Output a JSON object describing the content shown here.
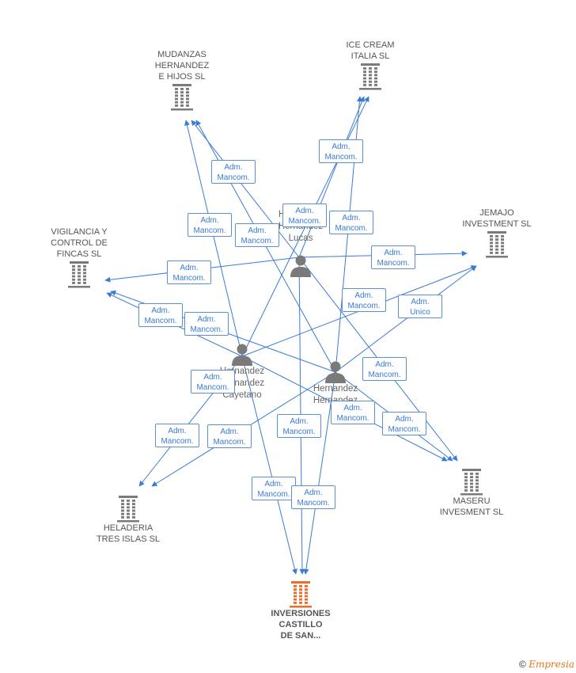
{
  "companies": [
    {
      "id": "mudanzas",
      "label": "MUDANZAS\nHERNANDEZ\nE HIJOS SL"
    },
    {
      "id": "icecream",
      "label": "ICE CREAM\nITALIA SL"
    },
    {
      "id": "jemajo",
      "label": "JEMAJO\nINVESTMENT SL"
    },
    {
      "id": "vigilancia",
      "label": "VIGILANCIA Y\nCONTROL DE\nFINCAS SL"
    },
    {
      "id": "maseru",
      "label": "MASERU\nINVESMENT SL"
    },
    {
      "id": "heladeria",
      "label": "HELADERIA\nTRES ISLAS SL"
    },
    {
      "id": "inversiones",
      "label": "INVERSIONES\nCASTILLO\nDE SAN...",
      "highlight": true
    }
  ],
  "persons": [
    {
      "id": "p_lucas",
      "label": "Hernandez\nHernandez\nLucas"
    },
    {
      "id": "p_cayetano",
      "label": "Hernandez\nHernandez\nCayetano"
    },
    {
      "id": "p_third",
      "label": "Hernandez\nHernandez\n..."
    }
  ],
  "edge_labels": {
    "mancom": "Adm.\nMancom.",
    "unico": "Adm.\nUnico"
  },
  "colors": {
    "edge": "#3a7bd5",
    "company": "#7a7a7a",
    "highlight": "#f06b2a",
    "person": "#7a7a7a"
  },
  "footer": {
    "copyright": "©",
    "brand": "Empresia"
  }
}
